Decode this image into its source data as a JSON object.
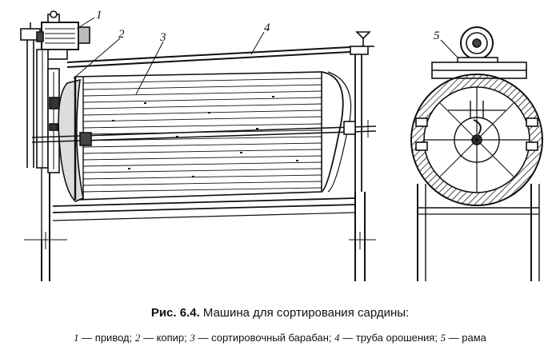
{
  "callouts": [
    "1",
    "2",
    "3",
    "4",
    "5"
  ],
  "caption": {
    "fig_number": "Рис. 6.4.",
    "title": "Машина для сортирования сардины:"
  },
  "legend": [
    {
      "num": "1",
      "text": " — привод; "
    },
    {
      "num": "2",
      "text": " — копир; "
    },
    {
      "num": "3",
      "text": " — сортировочный барабан; "
    },
    {
      "num": "4",
      "text": " — труба орошения; "
    },
    {
      "num": "5",
      "text": " — рама"
    }
  ]
}
